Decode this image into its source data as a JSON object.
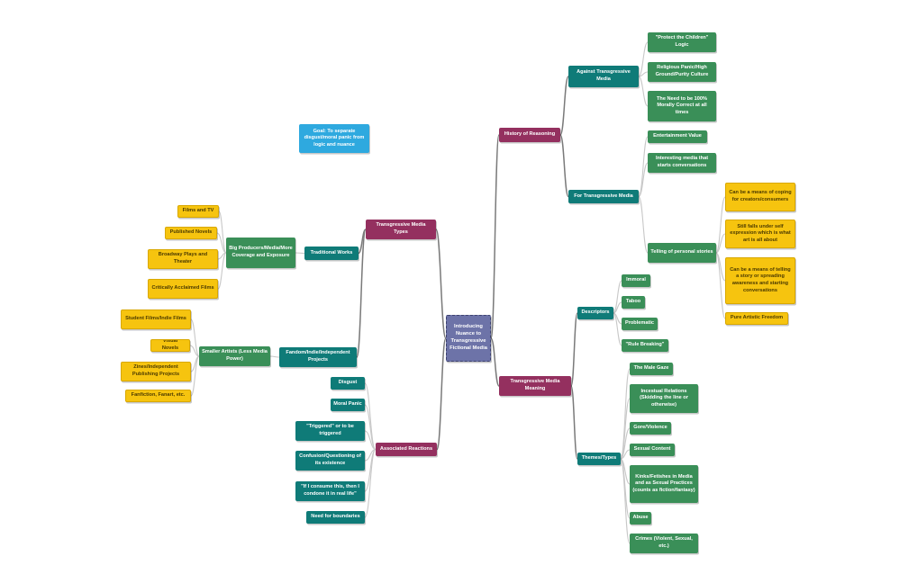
{
  "colors": {
    "root": "#6d73a8",
    "main_branch": "#94305f",
    "sub_branch": "#0f7b78",
    "leaf_green": "#3a8f58",
    "leaf_yellow": "#f6c40f",
    "goal": "#2ea9df",
    "connector_main": "#7a7a7a",
    "connector_leaf": "#c8c8c8"
  },
  "root": {
    "label": "Introducing Nuance to Transgressive Fictional Media"
  },
  "goal": {
    "label": "Goal: To separate disgust/moral panic from logic and nuance"
  },
  "branches": {
    "history": {
      "label": "History of Reasoning",
      "against": {
        "label": "Against Transgressive Media",
        "items": [
          "\"Protect the Children\" Logic",
          "Religious Panic/High Ground/Purity Culture",
          "The Need to be 100% Morally Correct at all times"
        ]
      },
      "for": {
        "label": "For Transgressive Media",
        "items": [
          "Entertainment Value",
          "Interesting media that starts conversations",
          "Telling of personal stories",
          "Pure Artistic Freedom"
        ],
        "personal_stories": [
          "Can be a means of coping for creators/consumers",
          "Still falls under self expression which is what art is all about",
          "Can be a means of telling a story or spreading awareness and starting conversations"
        ]
      }
    },
    "meaning": {
      "label": "Transgressive Media Meaning",
      "descriptors": {
        "label": "Descriptors",
        "items": [
          "Immoral",
          "Taboo",
          "Problematic",
          "\"Rule Breaking\""
        ]
      },
      "themes": {
        "label": "Themes/Types",
        "items": [
          "The Male Gaze",
          "Incestual Relations (Skidding the line or otherwise)",
          "Gore/Violence",
          "Sexual Content",
          "Kinks/Fetishes in Media and as Sexual Practices (counts as fiction/fantasy)",
          "Abuse",
          "Crimes (Violent, Sexual, etc.)"
        ]
      }
    },
    "types": {
      "label": "Transgressive Media Types",
      "traditional": {
        "label": "Traditional Works",
        "group": "Big Producers/Media/More Coverage and Exposure",
        "items": [
          "Films and TV",
          "Published Novels",
          "Broadway Plays and Theater",
          "Critically Acclaimed Films"
        ]
      },
      "fandom": {
        "label": "Fandom/Indie/Independent Projects",
        "group": "Smaller Artists (Less Media Power)",
        "items": [
          "Student Films/Indie Films",
          "Visual Novels",
          "Zines/Independent Publishing Projects",
          "Fanfiction, Fanart, etc."
        ]
      }
    },
    "reactions": {
      "label": "Associated Reactions",
      "items": [
        "Disgust",
        "Moral Panic",
        "\"Triggered\" or to be triggered",
        "Confusion/Questioning of its existence",
        "\"If I consume this, then I condone it in real life\"",
        "Need for boundaries"
      ]
    }
  }
}
